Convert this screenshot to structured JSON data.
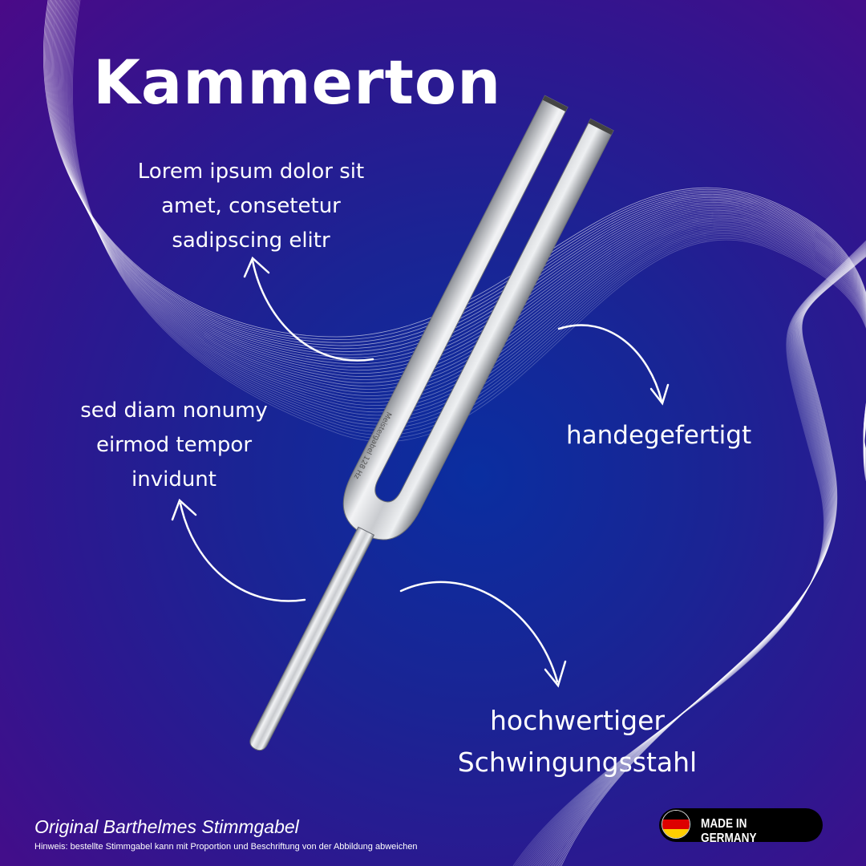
{
  "title": "Kammerton",
  "callouts": {
    "top_left": [
      "Lorem ipsum dolor sit",
      "amet, consetetur",
      "sadipscing elitr"
    ],
    "mid_left": [
      "sed diam nonumy",
      "eirmod tempor",
      "invidunt"
    ],
    "right": "handegefertigt",
    "bottom": [
      "hochwertiger",
      "Schwingungsstahl"
    ]
  },
  "fork_engraving": "Meistergabel 128 Hz",
  "footer": {
    "brand": "Original Barthelmes Stimmgabel",
    "note": "Hinweis: bestellte Stimmgabel kann mit Proportion und Beschriftung von der Abbildung abweichen"
  },
  "badge": {
    "label": "MADE IN GERMANY",
    "icon": "german-flag-icon",
    "flag_colors": [
      "#000000",
      "#dd0000",
      "#ffce00"
    ]
  },
  "colors": {
    "background_center": "#0a2ea0",
    "background_edge": "#4a0a88",
    "text": "#ffffff"
  }
}
